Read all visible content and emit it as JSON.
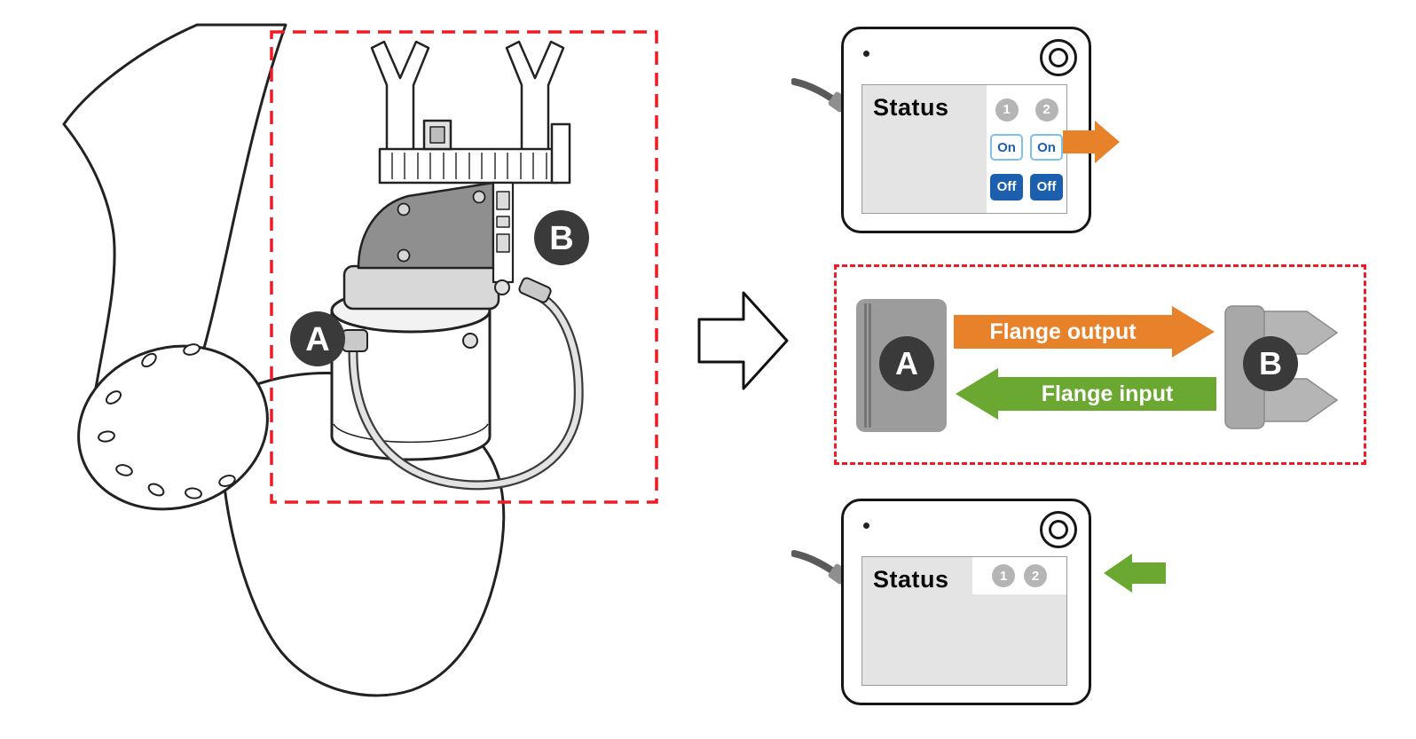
{
  "figure": {
    "badge_a": "A",
    "badge_b": "B"
  },
  "pendant_top": {
    "title": "Status",
    "indicators": [
      "1",
      "2"
    ],
    "on_label": "On",
    "off_label": "Off"
  },
  "flange_box": {
    "badge_a": "A",
    "badge_b": "B",
    "output_label": "Flange output",
    "input_label": "Flange input"
  },
  "pendant_bottom": {
    "title": "Status",
    "indicators": [
      "1",
      "2"
    ]
  },
  "colors": {
    "highlight_red": "#ee1c25",
    "flange_output_orange": "#e8822a",
    "flange_input_green": "#6aa832",
    "button_blue": "#1b5fae",
    "badge_gray": "#3a3a3a",
    "block_gray": "#9c9c9c"
  }
}
